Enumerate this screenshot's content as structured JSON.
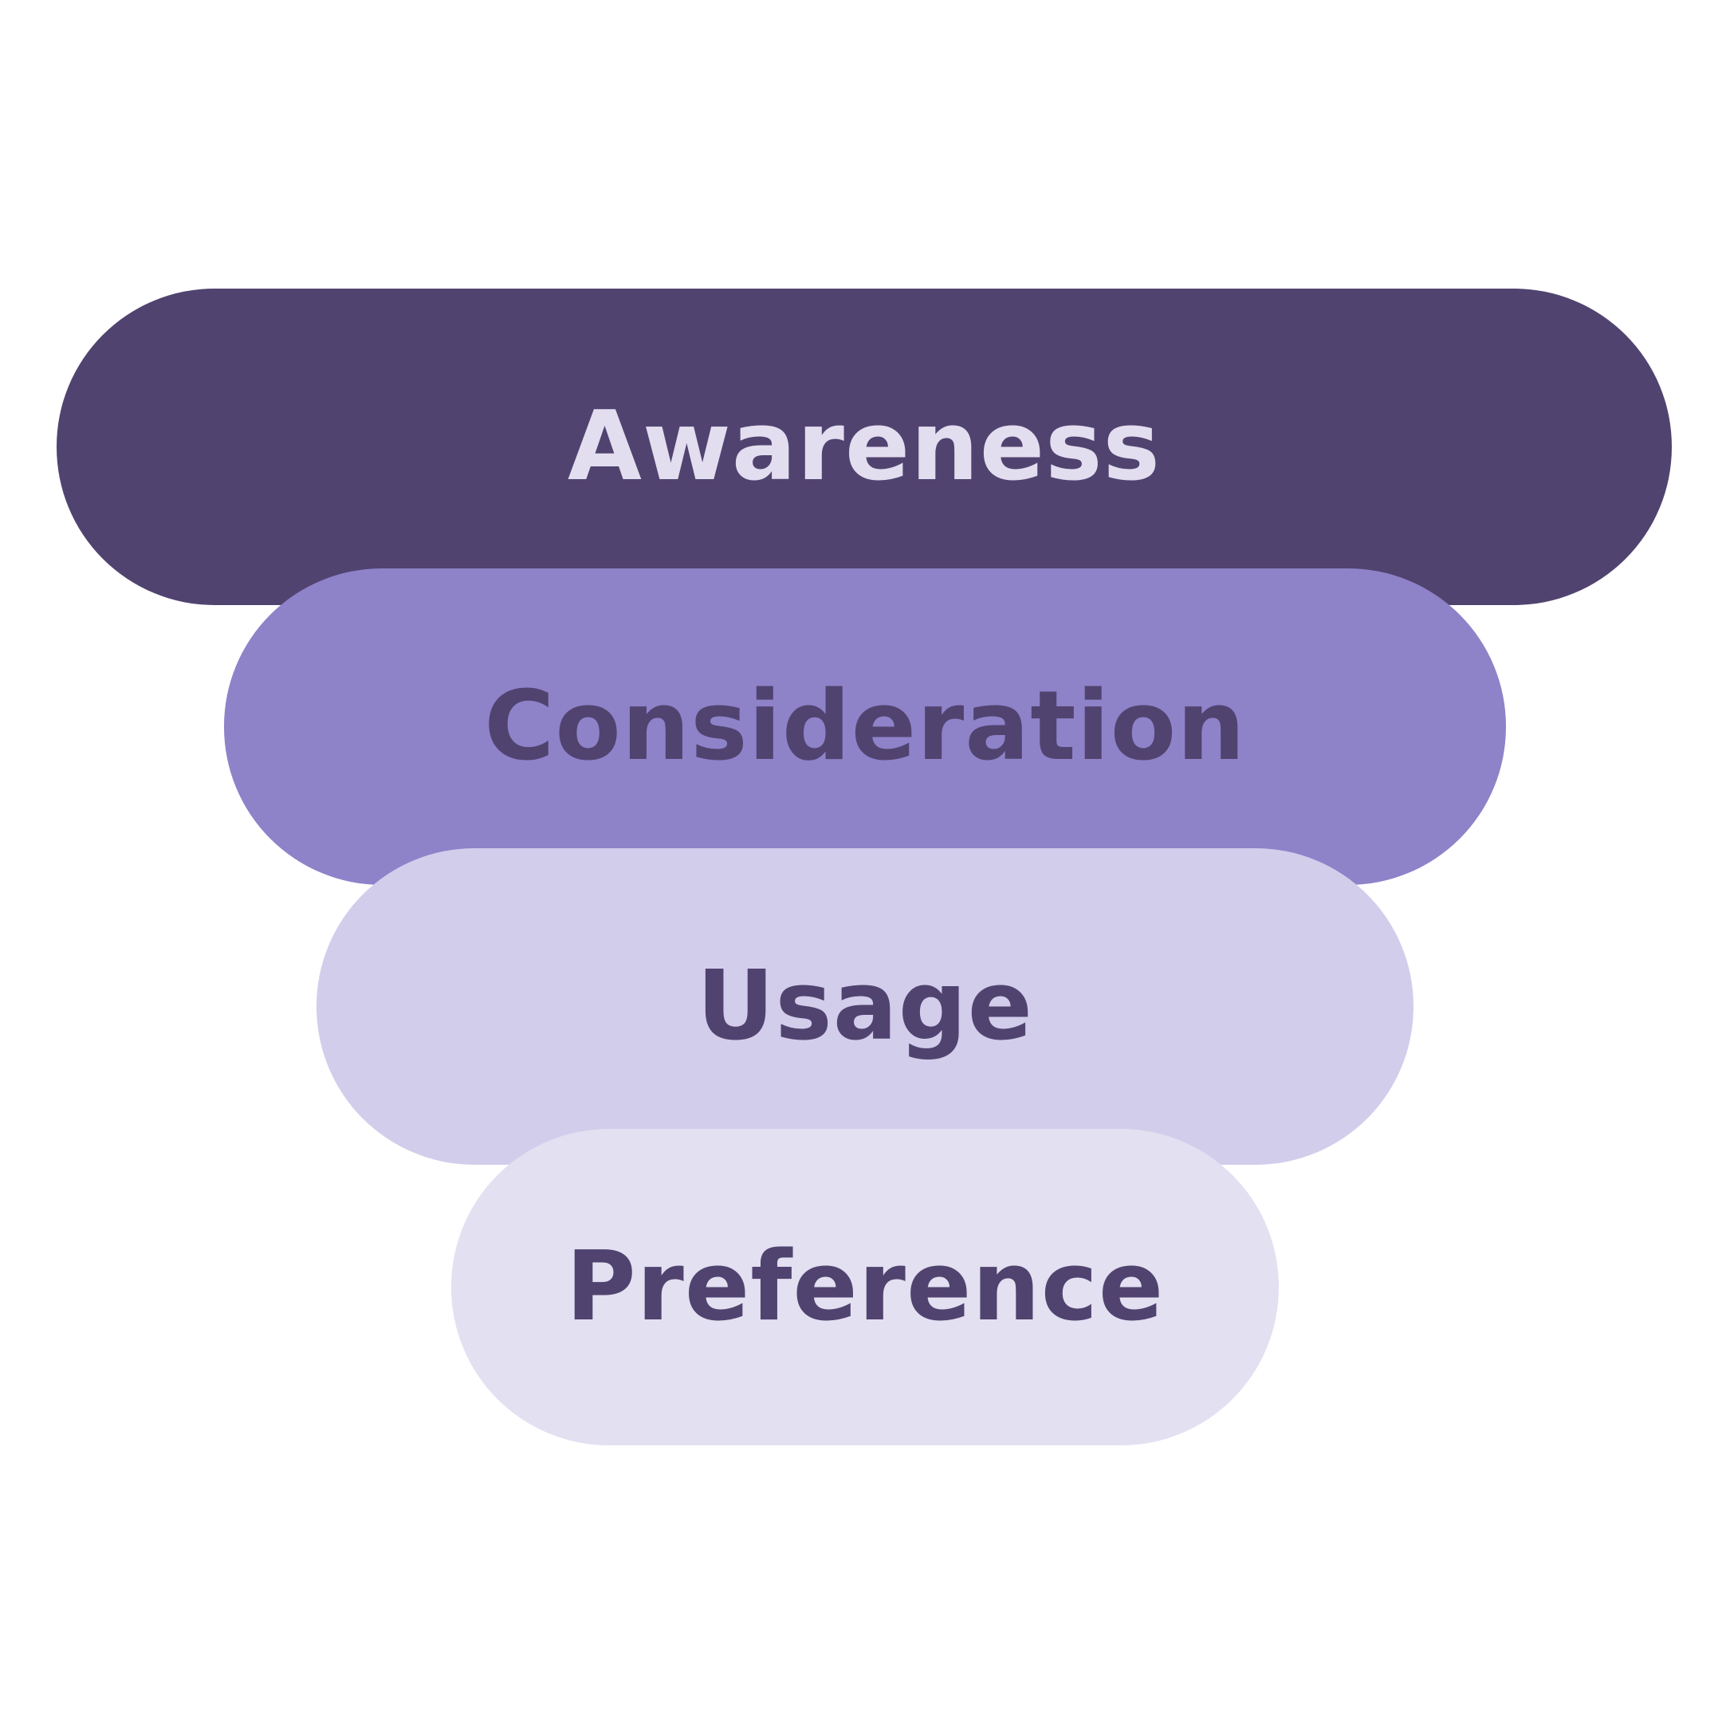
{
  "funnel": {
    "stages": [
      {
        "label": "Awareness",
        "fill": "#51436f",
        "text_color": "#e2def0"
      },
      {
        "label": "Consideration",
        "fill": "#8e82c9",
        "text_color": "#51436f"
      },
      {
        "label": "Usage",
        "fill": "#d2cdeb",
        "text_color": "#51436f"
      },
      {
        "label": "Preference",
        "fill": "#e2e0f1",
        "text_color": "#51436f"
      }
    ]
  }
}
